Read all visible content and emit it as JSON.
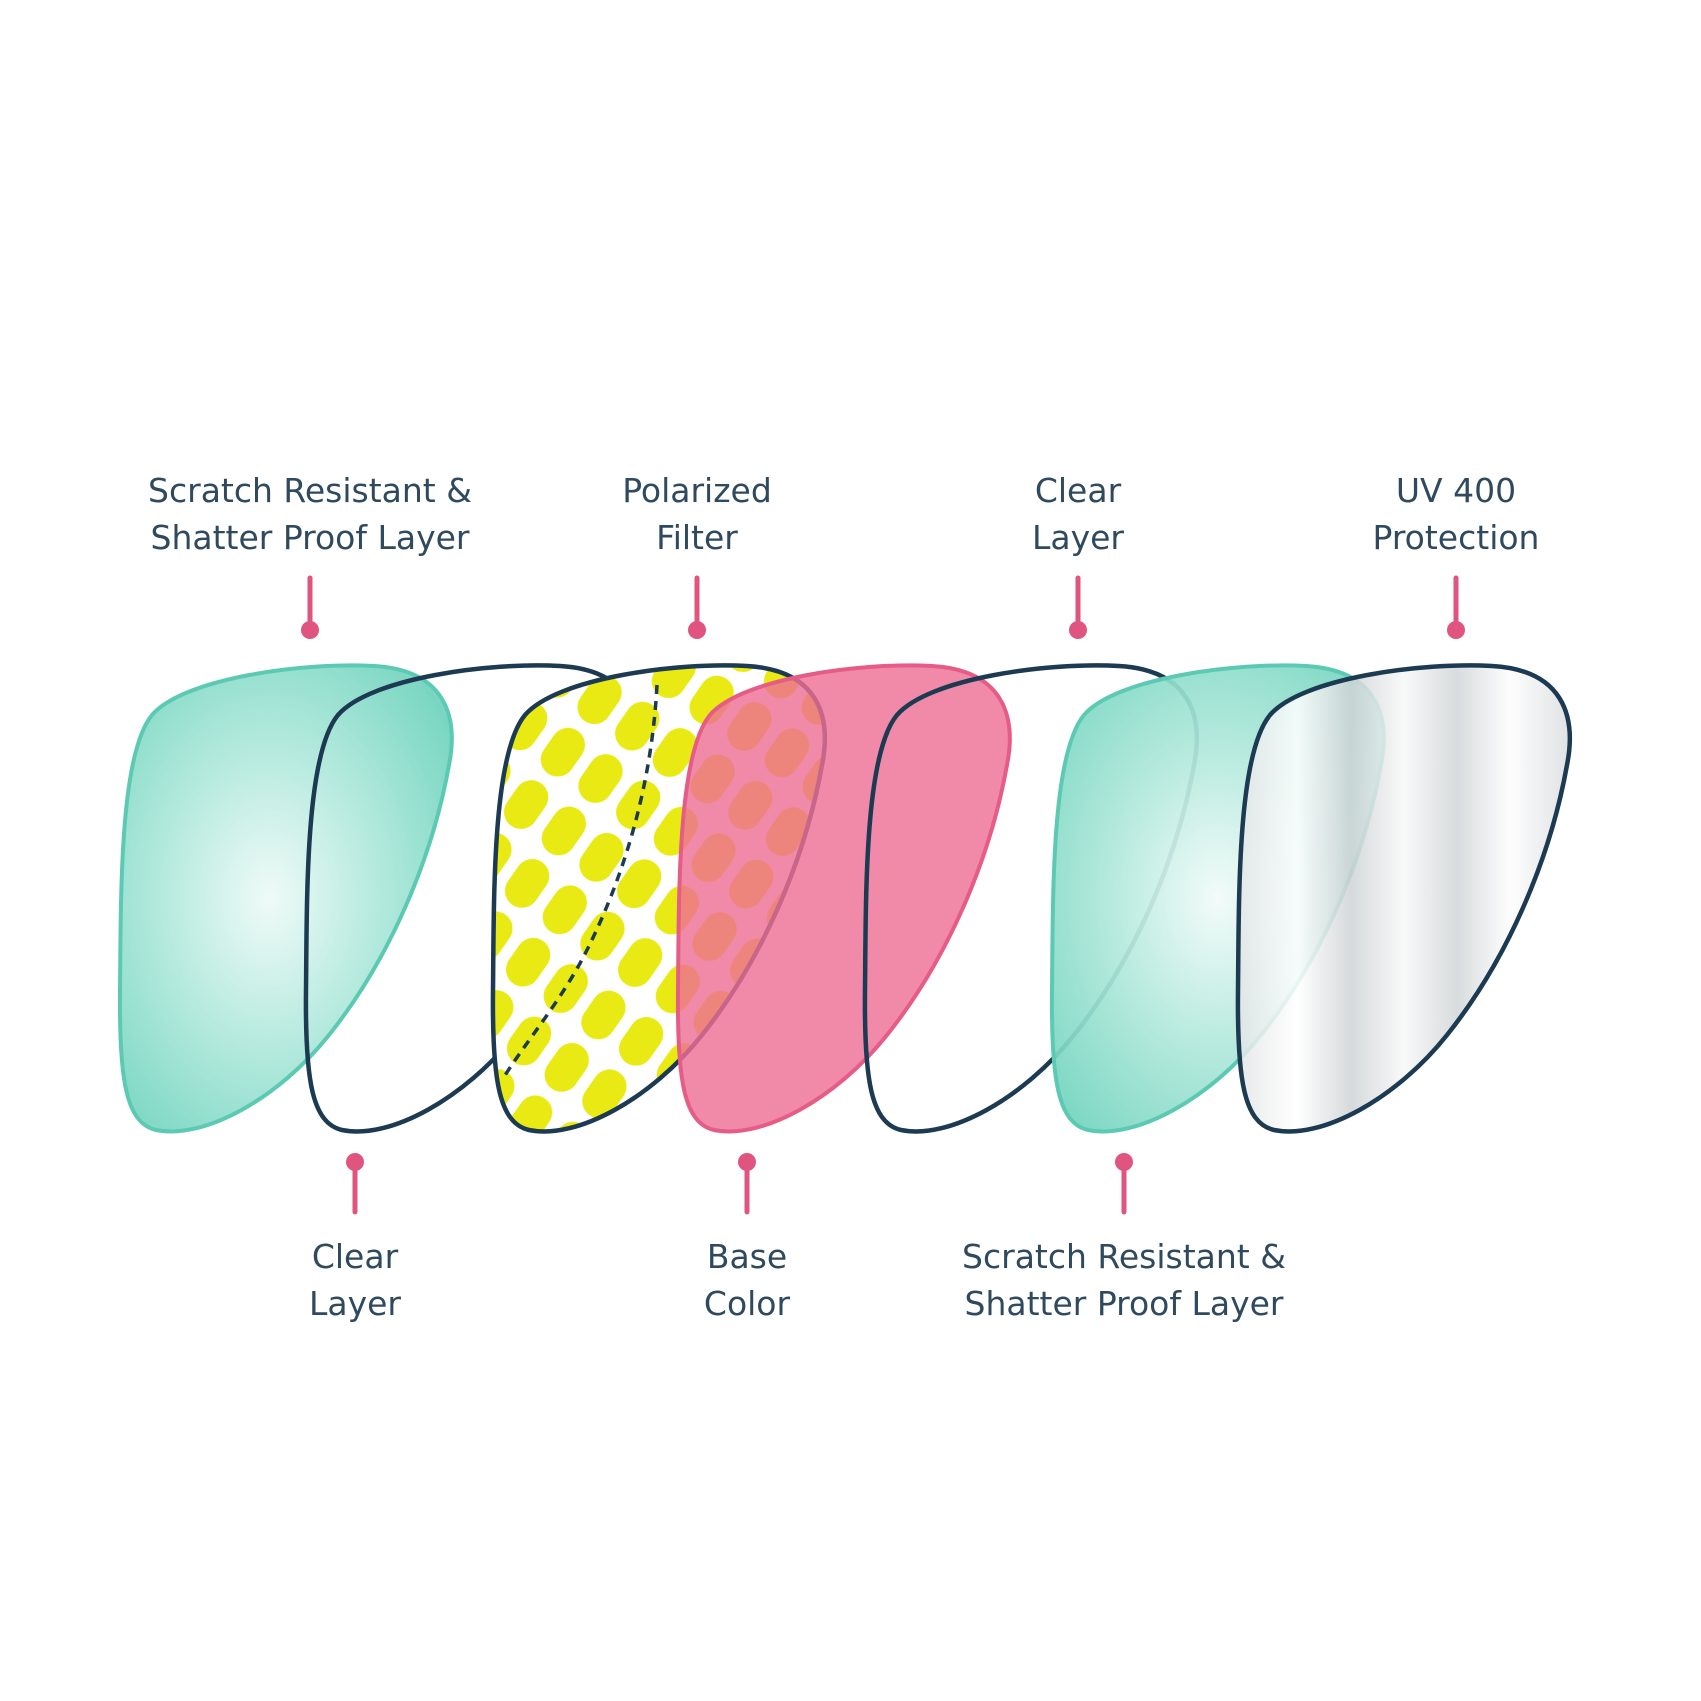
{
  "colors": {
    "background": "#ffffff",
    "text": "#2f4a5e",
    "outline": "#1c3a52",
    "pointer": "#e0557f",
    "teal": "#7fd9c5",
    "teal_edge": "#5ccab3",
    "yellow": "#e9ea14",
    "pink": "#ee6f95",
    "pink_edge": "#e55c86",
    "silver": "#d7dadb"
  },
  "labels": {
    "top": [
      {
        "line1": "Scratch Resistant &",
        "line2": "Shatter Proof Layer"
      },
      {
        "line1": "Polarized",
        "line2": "Filter"
      },
      {
        "line1": "Clear",
        "line2": "Layer"
      },
      {
        "line1": "UV 400",
        "line2": "Protection"
      }
    ],
    "bottom": [
      {
        "line1": "Clear",
        "line2": "Layer"
      },
      {
        "line1": "Base",
        "line2": "Color"
      },
      {
        "line1": "Scratch Resistant &",
        "line2": "Shatter Proof Layer"
      }
    ]
  },
  "layers": [
    {
      "kind": "teal-fill"
    },
    {
      "kind": "clear-outline"
    },
    {
      "kind": "polarized-pattern"
    },
    {
      "kind": "pink-fill"
    },
    {
      "kind": "clear-outline"
    },
    {
      "kind": "teal-fill"
    },
    {
      "kind": "silver-outline"
    }
  ]
}
